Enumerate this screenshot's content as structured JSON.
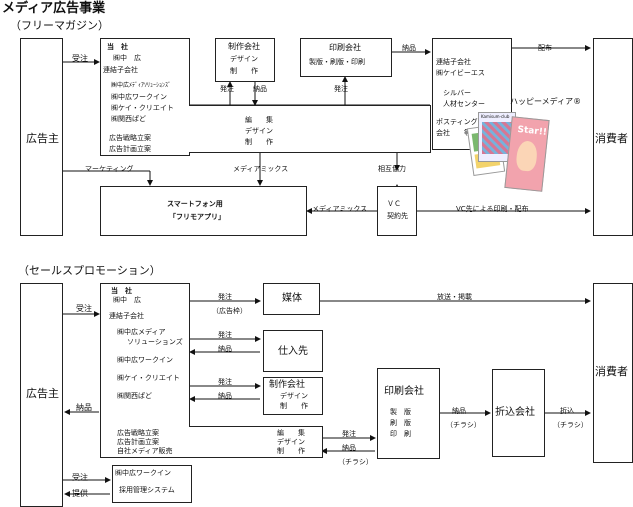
{
  "page_title": "メディア広告事業",
  "section1": {
    "label": "（フリーマガジン）",
    "advertiser": "広告主",
    "consumer": "消費者",
    "order_in": "受注",
    "company_lines": [
      "当　社",
      "㈱中　広",
      "連結子会社"
    ],
    "subsidiaries": [
      "㈱中広ﾒﾃﾞｨｱｿﾘｭｰｼｮﾝｽﾞ",
      "㈱中広ワークイン",
      "㈱ケイ・クリエイト",
      "㈱関西ぱど"
    ],
    "strategy": [
      "広告戦略立案",
      "広告計画立案"
    ],
    "editing": [
      "編　　集",
      "デザイン",
      "制　　作"
    ],
    "production_co": [
      "制作会社",
      "デザイン",
      "制　　作"
    ],
    "order_out": "発注",
    "delivery": "納品",
    "printing_co": "印刷会社",
    "printing_detail": "製版・刷版・印刷",
    "delivery2": "納品",
    "distribution": "配布",
    "subsidiary_box": [
      "連結子会社",
      "㈱ケイビーエス"
    ],
    "silver": [
      "シルバー",
      "人材センター"
    ],
    "posting": "ポスティング",
    "posting2": "会社　　等",
    "happy_media": "ハッピーメディア®",
    "marketing": "マーケティング",
    "media_mix": "メディアミックス",
    "mutual": "相互協力",
    "app_box": [
      "スマートフォン用",
      "「フリモアプリ」"
    ],
    "media_mix2": "メディアミックス",
    "vc_lines": [
      "ＶＣ",
      "契約先"
    ],
    "vc_print": "VC先による印刷・配布",
    "mag_front_text": "Kamisum-club",
    "mag_star": "Star!!"
  },
  "section2": {
    "label": "（セールスプロモーション）",
    "advertiser": "広告主",
    "consumer": "消費者",
    "order_in": "受注",
    "delivery_back": "納品",
    "company_lines": [
      "当　社",
      "㈱中　広",
      "連結子会社"
    ],
    "subsidiaries": [
      "㈱中広メディア",
      "ソリューションズ",
      "㈱中広ワークイン",
      "㈱ケイ・クリエイト",
      "㈱関西ぱど"
    ],
    "strategy": [
      "広告戦略立案",
      "広告計画立案",
      "自社メディア販売"
    ],
    "order_out1": "発注",
    "order_out1_sub": "（広告枠）",
    "media": "媒体",
    "broadcast": "放送・掲載",
    "order_out2": "発注",
    "delivery2": "納品",
    "supplier": "仕入先",
    "order_out3": "発注",
    "delivery3": "納品",
    "production_co": [
      "制作会社",
      "デザイン",
      "制　　作"
    ],
    "editing": [
      "編　　集",
      "デザイン",
      "制　　作"
    ],
    "order_out4": "発注",
    "delivery4": "納品",
    "chirashi": "（チラシ）",
    "printing_co": "印刷会社",
    "printing_detail": [
      "製　版",
      "刷　版",
      "印　刷"
    ],
    "delivery5": "納品",
    "chirashi2": "（チラシ）",
    "insert_co": "折込会社",
    "insert": "折込",
    "chirashi3": "（チラシ）",
    "workin_order": "受注",
    "workin_provide": "提供",
    "workin": "㈱中広ワークイン",
    "recruit_system": "採用管理システム"
  }
}
